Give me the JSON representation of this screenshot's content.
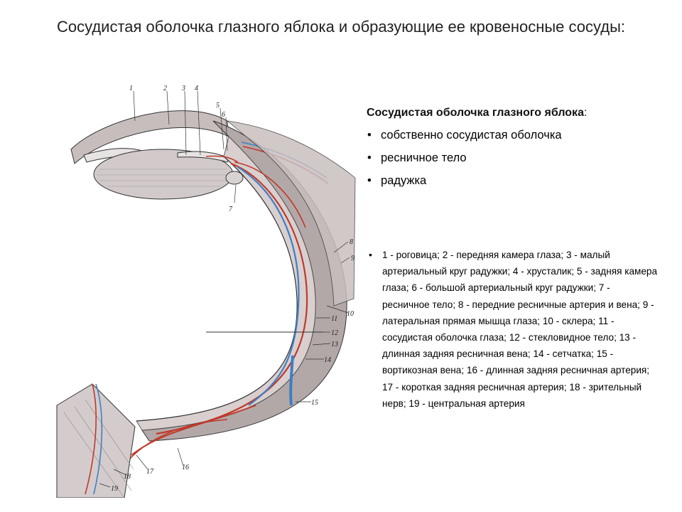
{
  "title": "Сосудистая оболочка глазного яблока и образующие ее кровеносные сосуды:",
  "figure": {
    "numbers": [
      "1",
      "2",
      "3",
      "4",
      "5",
      "6",
      "7",
      "8",
      "9",
      "10",
      "11",
      "12",
      "13",
      "14",
      "15",
      "16",
      "17",
      "18",
      "19"
    ]
  },
  "panel": {
    "heading": "Сосудистая оболочка глазного яблока",
    "heading_colon": ":",
    "items": [
      "собственно сосудистая оболочка",
      "ресничное тело",
      "радужка"
    ]
  },
  "legend": "1 - роговица; 2 - передняя камера глаза; 3 - малый артериальный круг радужки; 4 - хрусталик; 5 - задняя камера глаза; 6 - большой артериальный круг радужки; 7 - ресничное тело; 8 - передние ресничные артерия и вена; 9 - латеральная прямая мышца глаза; 10 - склера; 11 - сосудистая оболочка глаза; 12 - стекловидное тело; 13 - длинная задняя ресничная вена; 14 - сетчатка; 15 - вортикозная вена; 16 - длинная задняя ресничная артерия; 17 - короткая задняя ресничная артерия; 18 - зрительный нерв; 19 - центральная артерия",
  "colors": {
    "artery": "#c0392b",
    "vein": "#3f7fc4",
    "tissue": "#b3a8a8",
    "outline": "#333333"
  }
}
